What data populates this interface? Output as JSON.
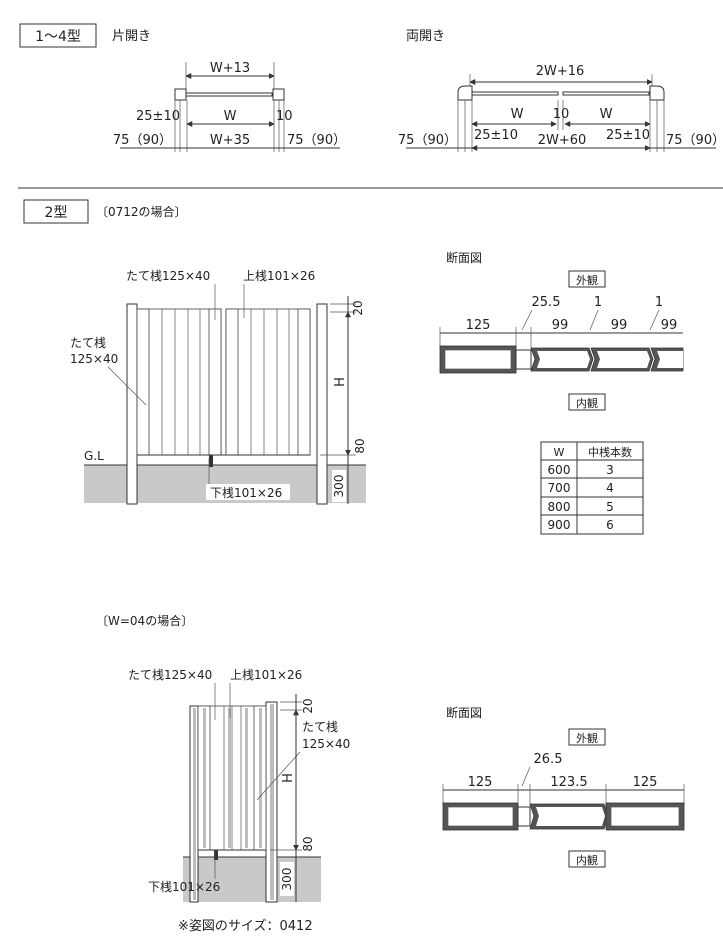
{
  "sec1": {
    "tag": "1～4型",
    "single": {
      "title": "片開き",
      "top": "W+13",
      "gap": "25±10",
      "w": "W",
      "right": "10",
      "post_l": "75（90）",
      "bottom": "W+35",
      "post_r": "75（90）"
    },
    "double": {
      "title": "両開き",
      "top": "2W+16",
      "w1": "W",
      "mid": "10",
      "w2": "W",
      "post_l": "75（90）",
      "gap_l": "25±10",
      "bottom": "2W+60",
      "gap_r": "25±10",
      "post_r": "75（90）"
    }
  },
  "sec2": {
    "tag": "2型",
    "case1": "〔0712の場合〕",
    "elev1": {
      "top_post": "たて桟125×40",
      "top_rail": "上桟101×26",
      "left_post_1": "たて桟",
      "left_post_2": "125×40",
      "gl": "G.L",
      "bottom_rail": "下桟101×26",
      "dim_20": "20",
      "dim_h": "H",
      "dim_80": "80",
      "dim_300": "300"
    },
    "sect1": {
      "title": "断面図",
      "outside": "外観",
      "inside": "内観",
      "d_25_5": "25.5",
      "d_1a": "1",
      "d_1b": "1",
      "d_125": "125",
      "d_99a": "99",
      "d_99b": "99",
      "d_99c": "99"
    },
    "table": {
      "headers": [
        "W",
        "中桟本数"
      ],
      "rows": [
        [
          "600",
          "3"
        ],
        [
          "700",
          "4"
        ],
        [
          "800",
          "5"
        ],
        [
          "900",
          "6"
        ]
      ]
    },
    "case2": "〔W=04の場合〕",
    "elev2": {
      "top_post": "たて桟125×40",
      "top_rail": "上桟101×26",
      "right_post_1": "たて桟",
      "right_post_2": "125×40",
      "bottom_rail": "下桟101×26",
      "dim_20": "20",
      "dim_h": "H",
      "dim_80": "80",
      "dim_300": "300",
      "note": "※姿図のサイズ：0412"
    },
    "sect2": {
      "title": "断面図",
      "outside": "外観",
      "inside": "内観",
      "d_26_5": "26.5",
      "d_125a": "125",
      "d_123_5": "123.5",
      "d_125b": "125"
    }
  }
}
